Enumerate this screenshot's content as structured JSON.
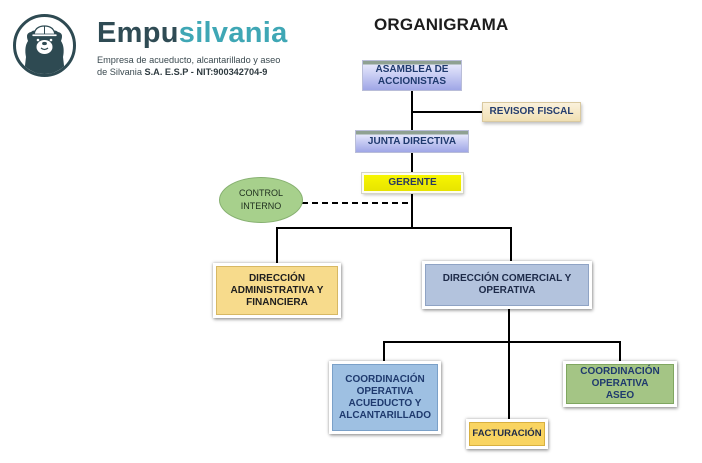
{
  "logo": {
    "icon": "bear-with-hardhat-icon",
    "brand_part1": "Empu",
    "brand_part2": "silvania",
    "tagline_line1": "Empresa de acueducto, alcantarillado y aseo",
    "tagline_line2_prefix": "de Silvania ",
    "tagline_line2_bold": "S.A. E.S.P - NIT:900342704-9"
  },
  "title": "ORGANIGRAMA",
  "nodes": {
    "asamblea": [
      "ASAMBLEA DE",
      "ACCIONISTAS"
    ],
    "revisor": "REVISOR FISCAL",
    "junta": "JUNTA DIRECTIVA",
    "gerente": "GERENTE",
    "control": [
      "CONTROL",
      "INTERNO"
    ],
    "dir_admin": [
      "DIRECCIÓN",
      "ADMINISTRATIVA Y",
      "FINANCIERA"
    ],
    "dir_comercial": [
      "DIRECCIÓN COMERCIAL Y",
      "OPERATIVA"
    ],
    "coord_acueducto": [
      "COORDINACIÓN",
      "OPERATIVA",
      "ACUEDUCTO Y",
      "ALCANTARILLADO"
    ],
    "facturacion": "FACTURACIÓN",
    "coord_aseo": [
      "COORDINACIÓN",
      "OPERATIVA",
      "ASEO"
    ]
  },
  "colors": {
    "brand_dark": "#2f4b54",
    "brand_accent": "#3fa7b5",
    "gerente": "#f7f600",
    "dir_admin": "#f7db8c",
    "dir_comercial": "#b3c3dd",
    "coord_acueducto": "#9ec0e2",
    "coord_aseo": "#a4c585",
    "facturacion": "#f9d461",
    "control": "#a7d08c"
  }
}
